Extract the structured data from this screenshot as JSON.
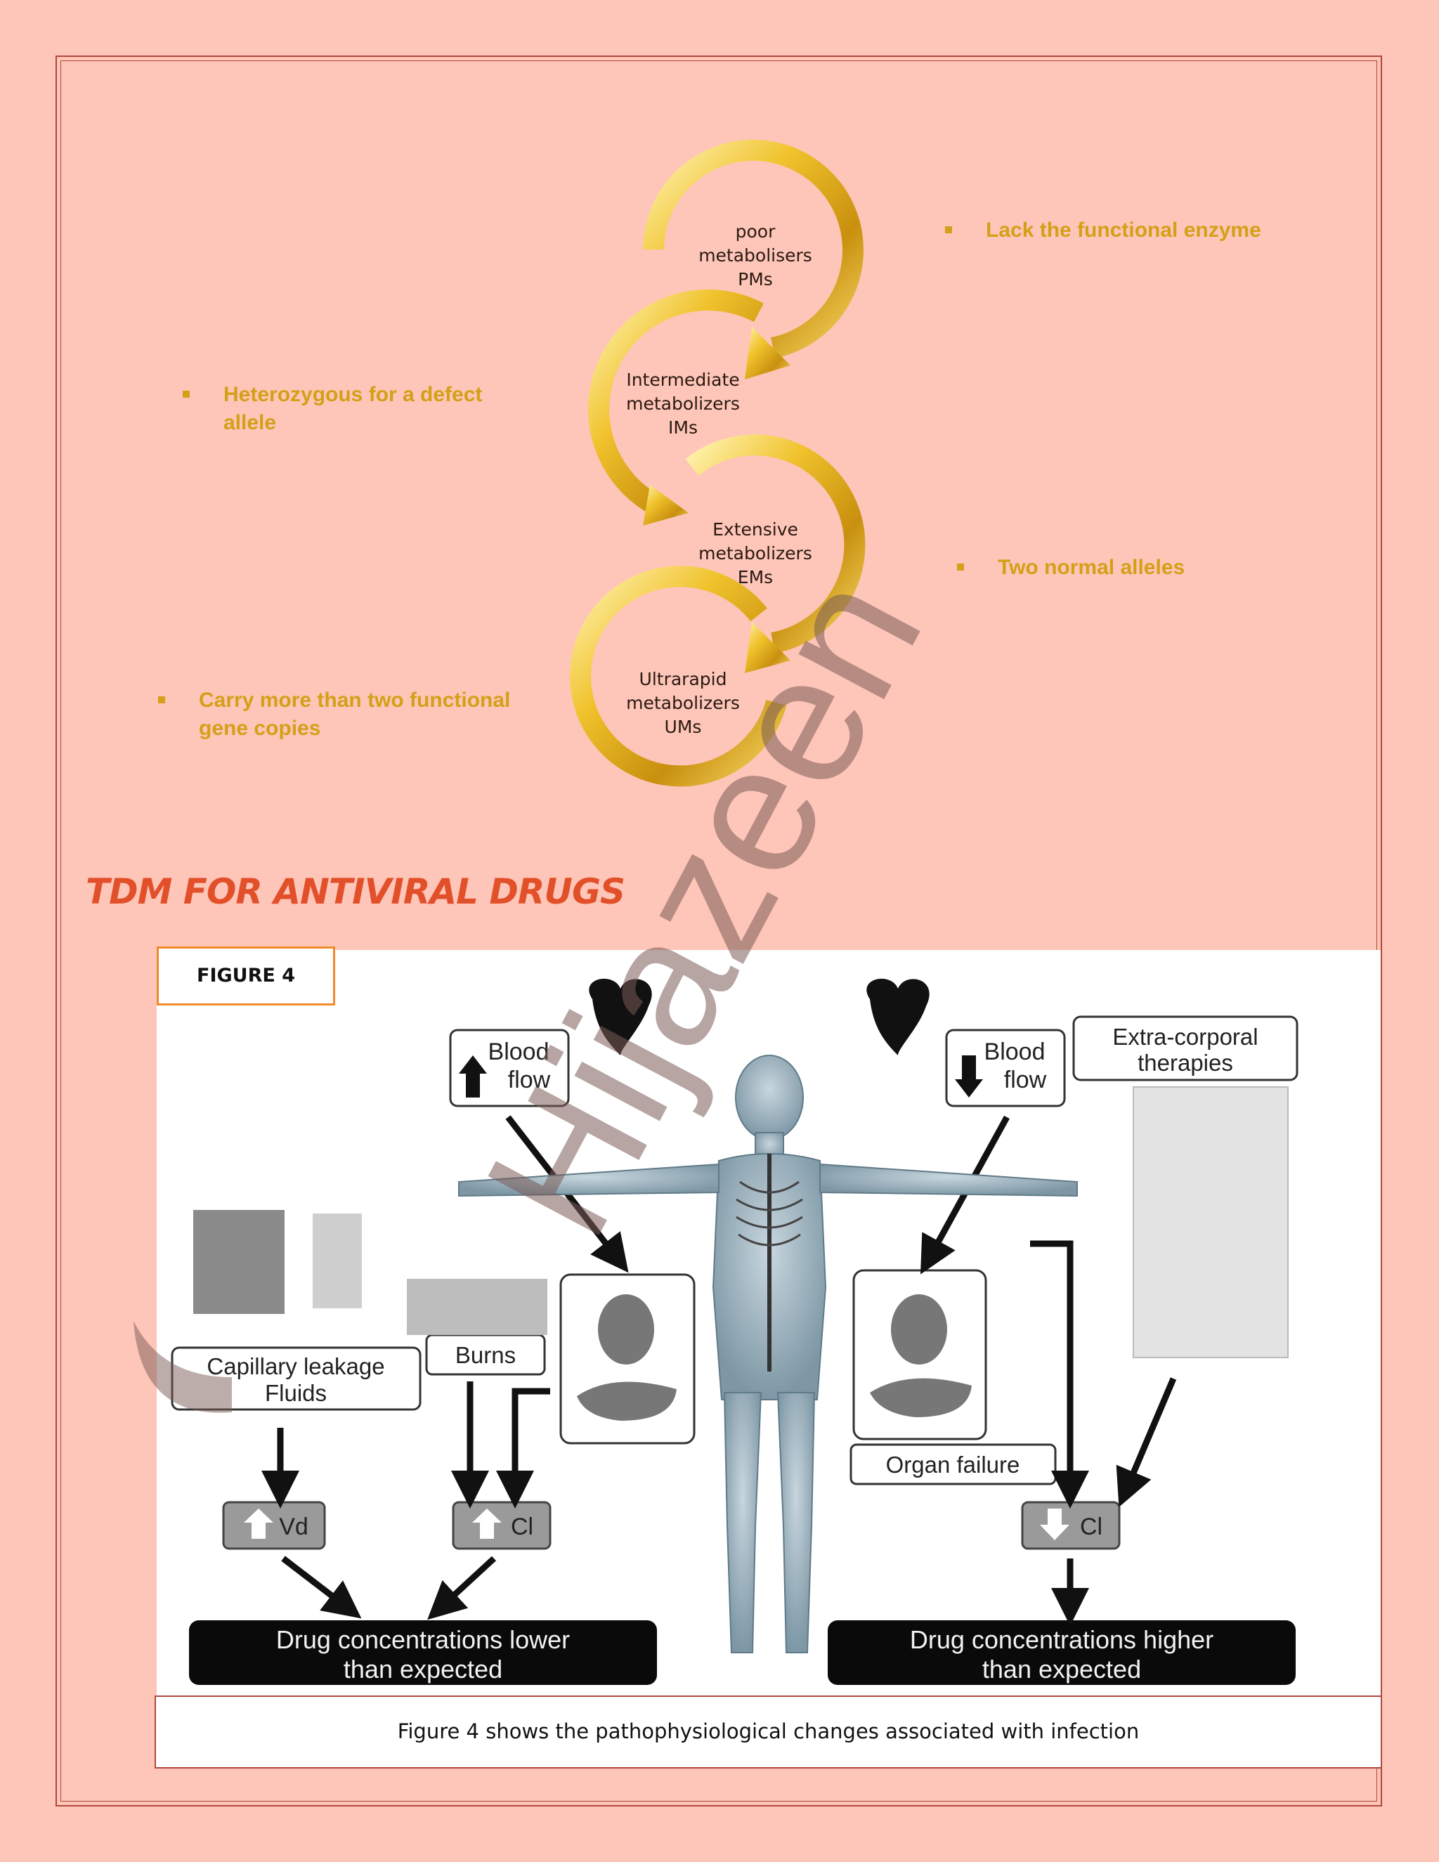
{
  "cycle": {
    "items": [
      {
        "line1": "poor",
        "line2": "metabolisers",
        "line3": "PMs"
      },
      {
        "line1": "Intermediate",
        "line2": "metabolizers",
        "line3": "IMs"
      },
      {
        "line1": "Extensive",
        "line2": "metabolizers",
        "line3": "EMs"
      },
      {
        "line1": "Ultrarapid",
        "line2": "metabolizers",
        "line3": "UMs"
      }
    ]
  },
  "bullets": {
    "pm": {
      "line1": "Lack the functional enzyme"
    },
    "im": {
      "line1": "Heterozygous for a defect",
      "line2": "allele"
    },
    "em": {
      "line1": "Two normal alleles"
    },
    "um": {
      "line1": "Carry more than two functional",
      "line2": "gene copies"
    }
  },
  "section_title": "TDM FOR ANTIVIRAL DRUGS",
  "figure": {
    "label": "FIGURE 4",
    "blood_flow_left": {
      "line1": "Blood",
      "line2": "flow"
    },
    "blood_flow_right": {
      "line1": "Blood",
      "line2": "flow"
    },
    "extracorporal": {
      "line1": "Extra-corporal",
      "line2": "therapies"
    },
    "capillary": {
      "line1": "Capillary leakage",
      "line2": "Fluids"
    },
    "burns": "Burns",
    "organ_failure": "Organ failure",
    "vd_label": "Vd",
    "cl_label_left": "Cl",
    "cl_label_right": "Cl",
    "lower": {
      "line1": "Drug concentrations lower",
      "line2": "than expected"
    },
    "higher": {
      "line1": "Drug concentrations higher",
      "line2": "than expected"
    }
  },
  "caption": "Figure 4 shows the pathophysiological changes associated with infection",
  "watermark": "Hijazeen",
  "colors": {
    "background": "#fec5b9",
    "gold": "#d4a017",
    "title": "#e2502a",
    "frame": "#b0473a"
  }
}
